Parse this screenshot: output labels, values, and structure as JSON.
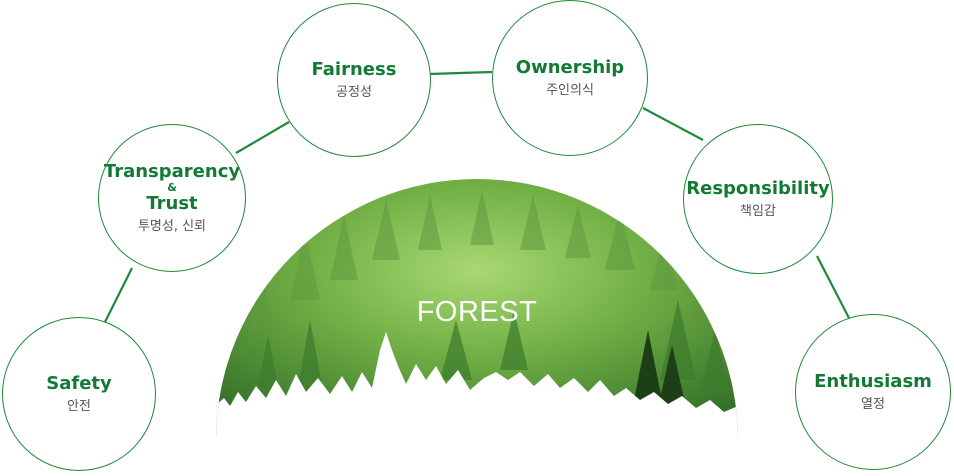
{
  "center": {
    "title": "FOREST"
  },
  "values": [
    {
      "id": "safety",
      "en": "Safety",
      "ko": "안전"
    },
    {
      "id": "transparency",
      "en_line1": "Transparency",
      "amp": "&",
      "en_line2": "Trust",
      "ko": "투명성, 신뢰"
    },
    {
      "id": "fairness",
      "en": "Fairness",
      "ko": "공정성"
    },
    {
      "id": "ownership",
      "en": "Ownership",
      "ko": "주인의식"
    },
    {
      "id": "responsibility",
      "en": "Responsibility",
      "ko": "책임감"
    },
    {
      "id": "enthusiasm",
      "en": "Enthusiasm",
      "ko": "열정"
    }
  ],
  "colors": {
    "accent": "#137a35",
    "line": "#1f8a3a",
    "forest_light": "#8cc65a",
    "forest_dark": "#2f6b2a"
  }
}
